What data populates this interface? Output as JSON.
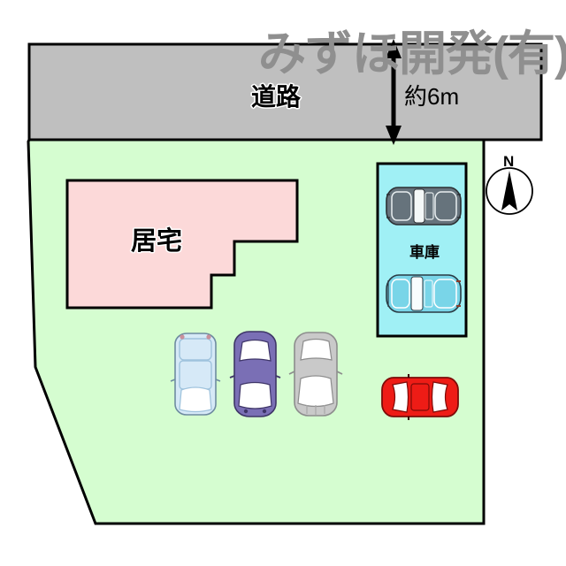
{
  "diagram": {
    "type": "property-site-plan",
    "watermark": "みずほ開発(有)",
    "background_color": "#ffffff"
  },
  "road": {
    "label": "道路",
    "width_label": "約6m",
    "fill_color": "#bfbfbf",
    "stroke_color": "#000000"
  },
  "land": {
    "fill_color": "#d5fdd0",
    "stroke_color": "#000000"
  },
  "house": {
    "label": "居宅",
    "fill_color": "#fcd9d9",
    "stroke_color": "#000000"
  },
  "garage": {
    "label": "車庫",
    "fill_color": "#a0f0f5",
    "stroke_color": "#000000",
    "cars": [
      {
        "name": "garage-car-upper",
        "color": "#66737c",
        "orientation": "horizontal"
      },
      {
        "name": "garage-car-lower",
        "color": "#79d5e8",
        "orientation": "horizontal"
      }
    ]
  },
  "parking": {
    "cars": [
      {
        "name": "parked-car-lightblue",
        "color": "#d6e9f7",
        "orientation": "vertical"
      },
      {
        "name": "parked-car-purple",
        "color": "#7a6fb5",
        "orientation": "vertical"
      },
      {
        "name": "parked-car-gray",
        "color": "#c9c9c9",
        "orientation": "vertical"
      },
      {
        "name": "parked-car-red",
        "color": "#ee1c16",
        "orientation": "horizontal"
      }
    ]
  },
  "compass": {
    "label": "N",
    "needle_color": "#000000",
    "circle_color": "#000000"
  }
}
